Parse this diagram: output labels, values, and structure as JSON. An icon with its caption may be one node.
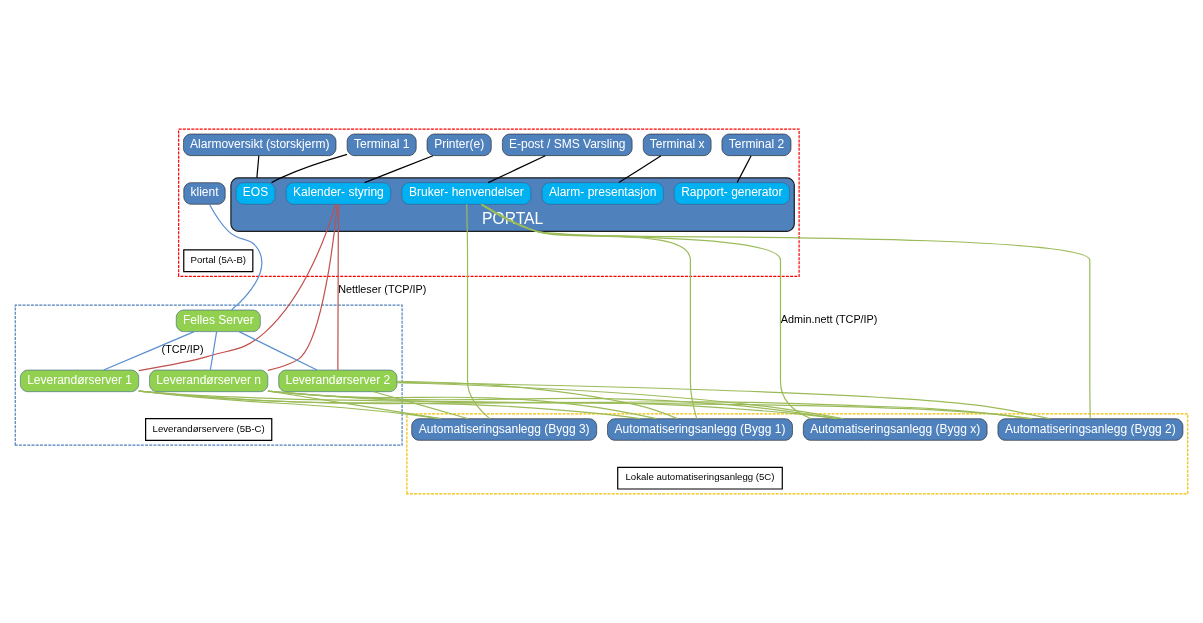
{
  "diagram": {
    "nodes": [
      {
        "text": [],
        "shape": "box"
      },
      {
        "text": [
          "Terminal 1"
        ],
        "in": 0
      },
      {
        "text": [
          "Terminal 2"
        ],
        "in": 0
      },
      {
        "text": [
          "Terminal x"
        ],
        "in": 0
      },
      {
        "text": [
          "Printer(e)"
        ],
        "in": 0
      },
      {
        "text": [
          "Alarmoversikt (storskjerm)"
        ],
        "in": 0
      },
      {
        "text": [
          "E-post / SMS Varsling"
        ],
        "in": 0
      },
      {
        "text": [
          "klient"
        ],
        "in": 0
      },
      {
        "text": [
          "PORTAL"
        ],
        "in": 0
      },
      {
        "text": [
          "EOS"
        ],
        "in": 8
      },
      {
        "text": [
          "Rapport- generator"
        ],
        "in": 8
      },
      {
        "text": [
          "Alarm- presentasjon"
        ],
        "in": 8
      },
      {
        "text": [
          "Kalender- styring"
        ],
        "in": 8
      },
      {
        "text": [
          "Bruker- henvendelser"
        ],
        "in": 8
      },
      {
        "text": [
          "Portal (5A-B)"
        ],
        "in": 0
      },
      {
        "text": [],
        "shape": "box"
      },
      {
        "text": [
          "Felles Server"
        ],
        "in": 15
      },
      {
        "text": [
          "Leverandørserver 1"
        ],
        "in": 15
      },
      {
        "text": [
          "Leverandørserver 2"
        ],
        "in": 15
      },
      {
        "text": [
          "Leverandørserver n"
        ],
        "in": 15
      },
      {
        "text": [
          "Leverandørservere (5B-C)"
        ],
        "in": 15
      },
      {
        "text": [],
        "shape": "box"
      },
      {
        "text": [
          "Automatiseringsanlegg (Bygg 1)"
        ],
        "in": 21
      },
      {
        "text": [
          "Automatiseringsanlegg (Bygg 2)"
        ],
        "in": 21
      },
      {
        "text": [
          "Automatiseringsanlegg (Bygg 3)"
        ],
        "in": 21
      },
      {
        "text": [
          "Automatiseringsanlegg (Bygg x)"
        ],
        "in": 21
      },
      {
        "text": [
          "Lokale automatiseringsanlegg (5C)"
        ],
        "in": 21
      }
    ],
    "edges": [
      {
        "from": 1,
        "to": 9,
        "arrow": "none",
        "color": "#000000"
      },
      {
        "from": 2,
        "to": 10,
        "arrow": "none",
        "color": "#000000"
      },
      {
        "from": 3,
        "to": 11,
        "arrow": "none",
        "color": "#000000"
      },
      {
        "from": 4,
        "to": 12,
        "arrow": "none",
        "color": "#000000"
      },
      {
        "from": 5,
        "to": 8,
        "arrow": "none",
        "color": "#000000"
      },
      {
        "from": 6,
        "to": 13,
        "arrow": "none",
        "color": "#000000"
      },
      {
        "from": 7,
        "to": 16,
        "arrow": "none",
        "color": "#5b8fd1"
      },
      {
        "from": 16,
        "to": 17,
        "arrow": "none",
        "label": "(TCP/IP)",
        "color": "#5b8fd1"
      },
      {
        "from": 16,
        "to": 18,
        "arrow": "none",
        "color": "#5b8fd1"
      },
      {
        "from": 16,
        "to": 19,
        "arrow": "none",
        "color": "#5b8fd1"
      },
      {
        "from": 12,
        "to": 17,
        "arrow": "none",
        "color": "#c0504d"
      },
      {
        "from": 12,
        "to": 18,
        "arrow": "none",
        "label": "Nettleser (TCP/IP)",
        "color": "#c0504d"
      },
      {
        "from": 12,
        "to": 19,
        "arrow": "none",
        "color": "#c0504d"
      },
      {
        "from": 17,
        "to": 22,
        "arrow": "none",
        "color": "#9bbb59"
      },
      {
        "from": 17,
        "to": 23,
        "arrow": "none",
        "color": "#9bbb59"
      },
      {
        "from": 17,
        "to": 24,
        "arrow": "none",
        "color": "#9bbb59"
      },
      {
        "from": 17,
        "to": 25,
        "arrow": "none",
        "color": "#9bbb59"
      },
      {
        "from": 18,
        "to": 22,
        "arrow": "none",
        "color": "#9bbb59"
      },
      {
        "from": 18,
        "to": 23,
        "arrow": "none",
        "color": "#9bbb59"
      },
      {
        "from": 18,
        "to": 24,
        "arrow": "none",
        "color": "#9bbb59"
      },
      {
        "from": 18,
        "to": 25,
        "arrow": "none",
        "color": "#9bbb59"
      },
      {
        "from": 19,
        "to": 22,
        "arrow": "none",
        "color": "#9bbb59"
      },
      {
        "from": 19,
        "to": 23,
        "arrow": "none",
        "color": "#9bbb59"
      },
      {
        "from": 19,
        "to": 24,
        "arrow": "none",
        "color": "#9bbb59"
      },
      {
        "from": 19,
        "to": 25,
        "arrow": "none",
        "color": "#9bbb59"
      },
      {
        "from": 13,
        "to": 22,
        "arrow": "none",
        "color": "#9bbb59"
      },
      {
        "from": 13,
        "to": 23,
        "arrow": "none",
        "color": "#9bbb59"
      },
      {
        "from": 13,
        "to": 24,
        "arrow": "none",
        "color": "#9bbb59"
      },
      {
        "from": 13,
        "to": 25,
        "arrow": "none",
        "label": "Admin.nett (TCP/IP)",
        "color": "#9bbb59"
      }
    ]
  }
}
